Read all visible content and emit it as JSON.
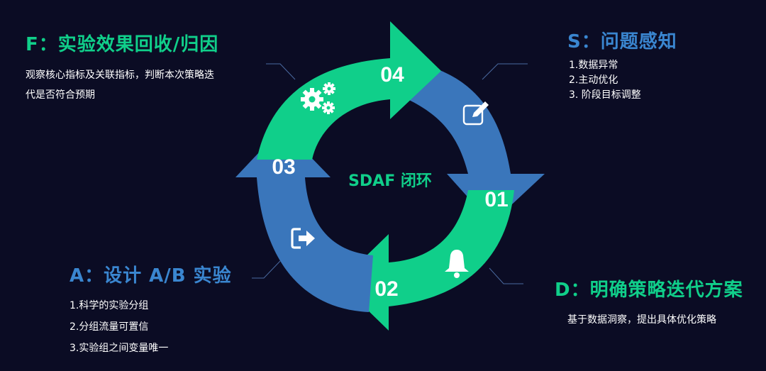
{
  "center_label": "SDAF 闭环",
  "colors": {
    "background": "#0b0c24",
    "green": "#10cf8a",
    "blue": "#3a86d0",
    "connector": "#4a6aa0",
    "text": "#ffffff"
  },
  "segments": [
    {
      "number": "01",
      "icon": "edit-icon",
      "color": "#3a76bb"
    },
    {
      "number": "02",
      "icon": "bell-icon",
      "color": "#10cf8a"
    },
    {
      "number": "03",
      "icon": "exit-icon",
      "color": "#3a76bb"
    },
    {
      "number": "04",
      "icon": "gears-icon",
      "color": "#10cf8a"
    }
  ],
  "panels": {
    "s": {
      "title": "S：问题感知",
      "items": [
        "1.数据异常",
        "2.主动优化",
        "3. 阶段目标调整"
      ]
    },
    "d": {
      "title": "D：明确策略迭代方案",
      "text": "基于数据洞察，提出具体优化策略"
    },
    "a": {
      "title": "A：设计 A/B 实验",
      "items": [
        "1.科学的实验分组",
        "2.分组流量可置信",
        "3.实验组之间变量唯一"
      ]
    },
    "f": {
      "title": "F：实验效果回收/归因",
      "text_lines": [
        "观察核心指标及关联指标，判断本次策略迭",
        "代是否符合预期"
      ]
    }
  }
}
